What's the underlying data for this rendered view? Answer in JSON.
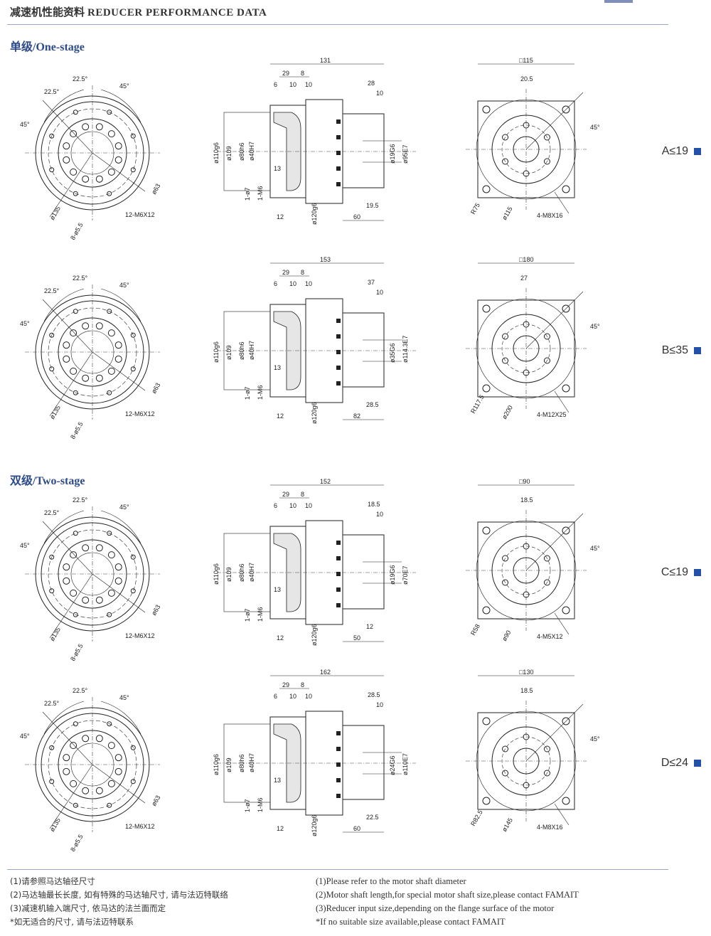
{
  "header": {
    "title_cn": "减速机性能资料",
    "title_en": "REDUCER PERFORMANCE DATA"
  },
  "sections": {
    "one_stage": "单级/One-stage",
    "two_stage": "双级/Two-stage"
  },
  "common": {
    "angle_a": "22.5°",
    "angle_b": "45°",
    "bolt_circle": "ø135",
    "pcd": "ø63",
    "holes": "8-ø5.5",
    "screws": "12-M6X12",
    "side": {
      "d1": "ø110g6",
      "d2": "ø109",
      "d3": "ø80h6",
      "d4": "ø40H7",
      "d5": "1-ø7",
      "d6": "1-M6",
      "v13": "13",
      "v12": "12",
      "flange": "ø120g6",
      "w29": "29",
      "w8": "8",
      "w6": "6",
      "w10a": "10",
      "w10b": "10"
    }
  },
  "rows": [
    {
      "label": "A≤19",
      "total": "131",
      "right_top": "28",
      "right_top2": "10",
      "shaft": "ø19G6",
      "bore": "ø95E7",
      "right_bottom": "19.5",
      "length": "60",
      "square": "□115",
      "offset": "20.5",
      "angle": "45°",
      "radius": "R75",
      "circle": "ø115",
      "thread": "4-M8X16"
    },
    {
      "label": "B≤35",
      "total": "153",
      "right_top": "37",
      "right_top2": "10",
      "shaft": "ø35G6",
      "bore": "ø114.3E7",
      "right_bottom": "28.5",
      "length": "82",
      "square": "□180",
      "offset": "27",
      "angle": "45°",
      "radius": "R117.5",
      "circle": "ø200",
      "thread": "4-M12X25"
    },
    {
      "label": "C≤19",
      "total": "152",
      "right_top": "18.5",
      "right_top2": "10",
      "shaft": "ø19G6",
      "bore": "ø70E7",
      "right_bottom": "12",
      "length": "50",
      "square": "□90",
      "offset": "18.5",
      "angle": "45°",
      "radius": "R58",
      "circle": "ø90",
      "thread": "4-M5X12"
    },
    {
      "label": "D≤24",
      "total": "162",
      "right_top": "28.5",
      "right_top2": "10",
      "shaft": "ø24G6",
      "bore": "ø110E7",
      "right_bottom": "22.5",
      "length": "60",
      "square": "□130",
      "offset": "18.5",
      "angle": "45°",
      "radius": "R82.5",
      "circle": "ø145",
      "thread": "4-M8X16"
    }
  ],
  "notes_cn": [
    "(1)请参照马达轴径尺寸",
    "(2)马达轴最长长度, 如有特殊的马达轴尺寸, 请与法迈特联络",
    "(3)减速机输入端尺寸, 依马达的法兰面而定",
    "*如无适合的尺寸, 请与法迈特联系"
  ],
  "notes_en": [
    "(1)Please refer to the motor shaft diameter",
    "(2)Motor shaft length,for special motor shaft size,please contact FAMAIT",
    "(3)Reducer input size,depending on the flange surface of the motor",
    "*If no suitable size available,please contact FAMAIT"
  ],
  "colors": {
    "accent": "#2350a8",
    "line": "#222222",
    "title": "#2c4a8a"
  }
}
